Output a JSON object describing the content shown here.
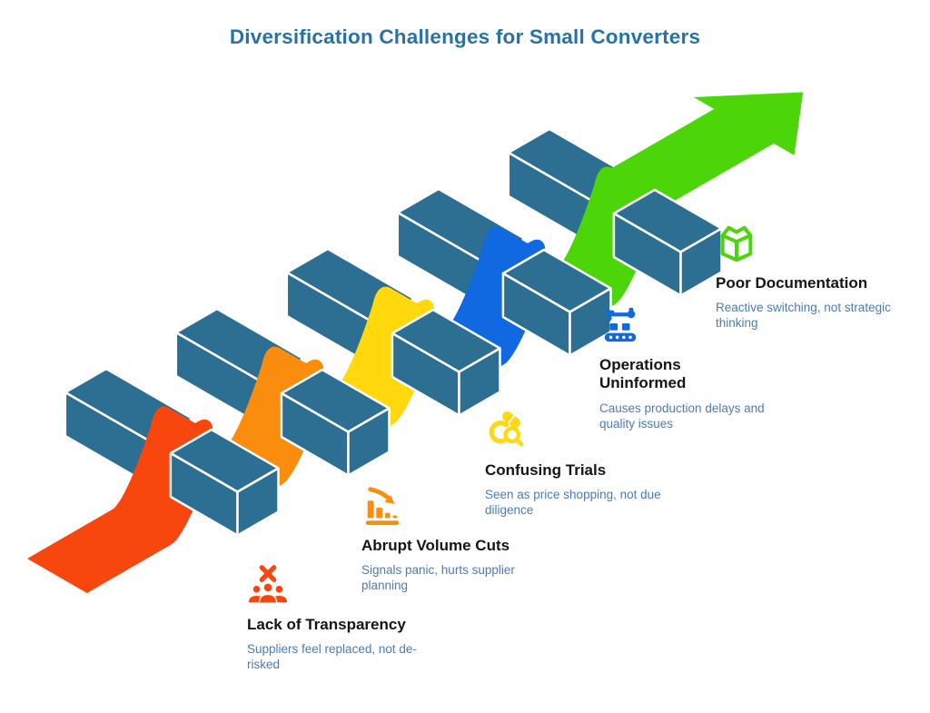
{
  "header": {
    "title": "Diversification Challenges for Small Converters"
  },
  "diagram": {
    "bar_color": "#2D6E93",
    "bar_outline": "#FFFFFF",
    "arrow_color": "#4CD60A"
  },
  "items": [
    {
      "icon": "blocked-team-icon",
      "title": "Lack of Transparency",
      "desc": "Suppliers feel replaced, not de-risked",
      "color": "#F7470E"
    },
    {
      "icon": "declining-bar-chart-icon",
      "title": "Abrupt Volume Cuts",
      "desc": "Signals panic, hurts supplier planning",
      "color": "#FB8D0E"
    },
    {
      "icon": "pill-search-icon",
      "title": "Confusing Trials",
      "desc": "Seen as price shopping, not due diligence",
      "color": "#FFD90D"
    },
    {
      "icon": "conveyor-robot-icon",
      "title": "Operations Uninformed",
      "desc": "Causes production delays and quality issues",
      "color": "#1169E2"
    },
    {
      "icon": "open-book-icon",
      "title": "Poor Documentation",
      "desc": "Reactive switching, not strategic thinking",
      "color": "#4CD60A"
    }
  ],
  "colors": {
    "header_title": "#2673A6",
    "item_title": "#151515",
    "item_desc": "#4C7BB4",
    "background": "#FFFFFF"
  }
}
